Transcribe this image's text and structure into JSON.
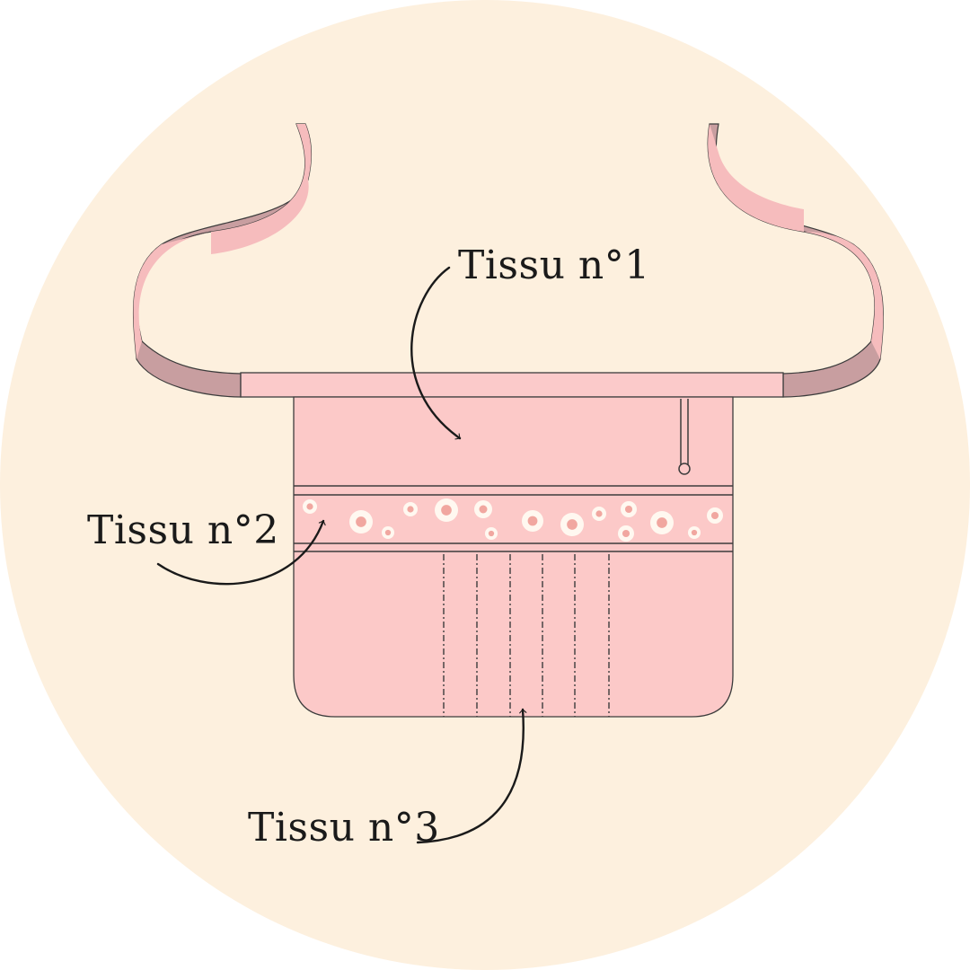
{
  "colors": {
    "page_background": "#ffffff",
    "circle": "#fdf0de",
    "fabric_main": "#fcc9c8",
    "waistband": "#fbcaca",
    "tie_light": "#f6bcbd",
    "tie_dark": "#c89ea0",
    "outline": "#3c3c3c",
    "print_dot": "#fff8f0",
    "print_motif": "#f1a7a0",
    "text": "#1a1a1a"
  },
  "labels": {
    "fabric_1": "Tissu n°1",
    "fabric_2": "Tissu n°2",
    "fabric_3": "Tissu n°3"
  },
  "icons": {
    "arrow": "curved-arrow-icon",
    "print": "floral-dot-motif"
  }
}
